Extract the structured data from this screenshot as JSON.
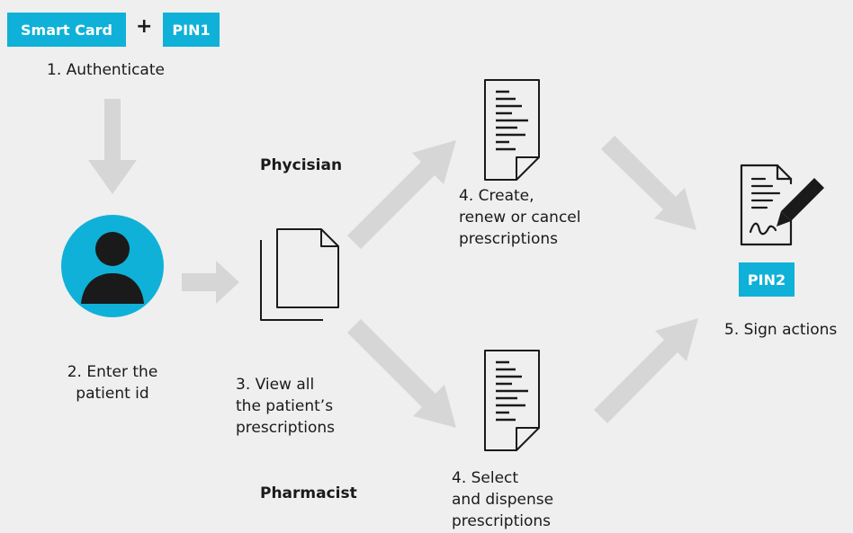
{
  "auth": {
    "smart_card": "Smart Card",
    "plus": "+",
    "pin1": "PIN1",
    "step1": "1. Authenticate"
  },
  "patient": {
    "step2_line1": "2. Enter the",
    "step2_line2": "patient id"
  },
  "view": {
    "step3_line1": "3. View all",
    "step3_line2": "the patient’s",
    "step3_line3": "prescriptions"
  },
  "physician": {
    "role": "Phycisian",
    "step4_line1": "4. Create,",
    "step4_line2": "renew or cancel",
    "step4_line3": "prescriptions"
  },
  "pharmacist": {
    "role": "Pharmacist",
    "step4_line1": "4. Select",
    "step4_line2": "and dispense",
    "step4_line3": "prescriptions"
  },
  "sign": {
    "pin2": "PIN2",
    "step5": "5. Sign actions"
  },
  "colors": {
    "accent": "#0fb1d8",
    "arrow": "#d6d6d6",
    "background": "#efefef",
    "ink": "#1a1a1a"
  },
  "icons": [
    "user-icon",
    "documents-icon",
    "document-icon",
    "sign-document-icon",
    "pen-icon"
  ]
}
